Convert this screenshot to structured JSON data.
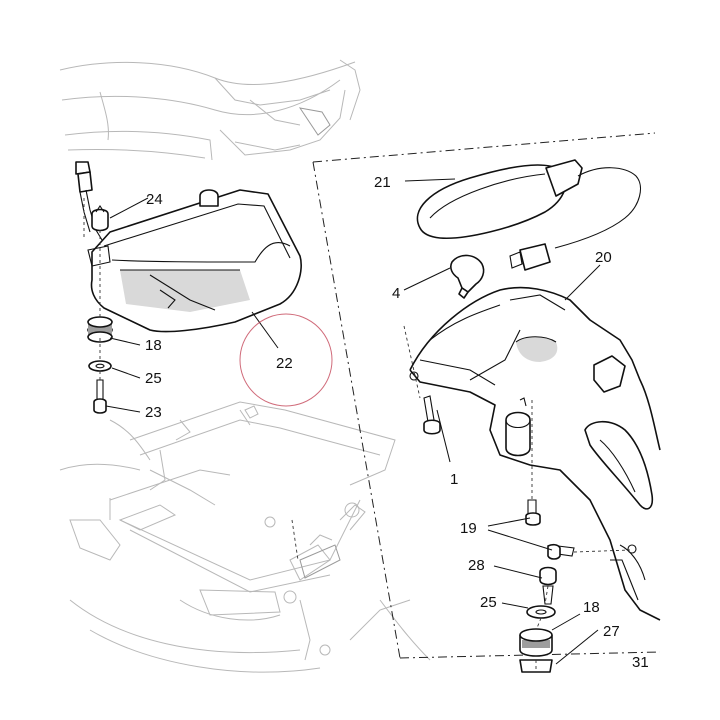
{
  "diagram": {
    "part_labels": {
      "p21": "21",
      "p20": "20",
      "p4": "4",
      "p24": "24",
      "p22": "22",
      "p18a": "18",
      "p25a": "25",
      "p23": "23",
      "p1": "1",
      "p19": "19",
      "p28": "28",
      "p25b": "25",
      "p18b": "18",
      "p27": "27",
      "p31": "31"
    },
    "colors": {
      "linework": "#111111",
      "ghost_linework": "#b8b8b8",
      "highlight_circle": "#c0394e"
    }
  }
}
